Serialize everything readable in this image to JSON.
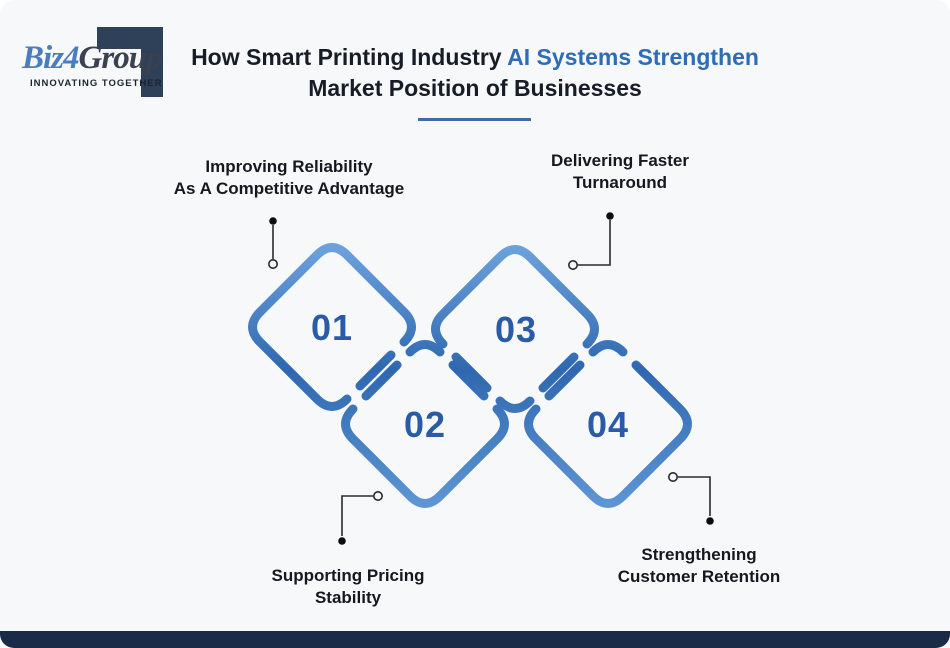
{
  "page": {
    "background_color": "#f7f8fa",
    "footer_color": "#1b2b47"
  },
  "logo": {
    "brand_biz": "Biz",
    "brand_4": "4",
    "brand_group": "Group",
    "tagline": "INNOVATING TOGETHER",
    "bracket_color": "#2e4158",
    "blue_color": "#4a7dbd"
  },
  "title": {
    "line1_prefix": "How Smart Printing Industry ",
    "line1_highlight": "AI Systems Strengthen",
    "line2": "Market Position of Businesses",
    "accent_color": "#2e6cb6",
    "text_color": "#171c26",
    "underline_color": "#3e6da3"
  },
  "diagram": {
    "stroke_gradient": [
      "#6fa5de",
      "#2f68b0",
      "#5f97d6"
    ],
    "number_color": "#2a5ba6",
    "connector_color": "#2a2a2a",
    "items": [
      {
        "number": "01",
        "label_line1": "Improving Reliability",
        "label_line2": "As A Competitive Advantage"
      },
      {
        "number": "02",
        "label_line1": "Supporting Pricing",
        "label_line2": "Stability"
      },
      {
        "number": "03",
        "label_line1": "Delivering Faster",
        "label_line2": "Turnaround"
      },
      {
        "number": "04",
        "label_line1": "Strengthening",
        "label_line2": "Customer Retention"
      }
    ]
  }
}
